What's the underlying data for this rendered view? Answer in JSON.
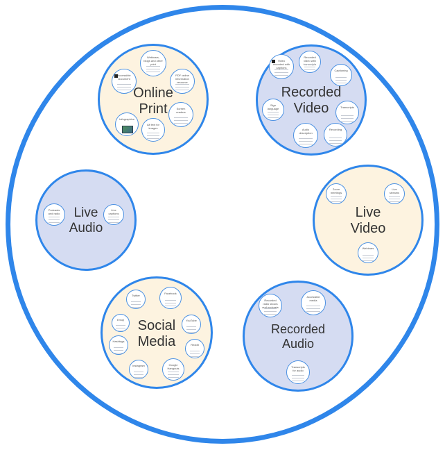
{
  "colors": {
    "outer_ring": "#2f86ea",
    "bubble_border": "#4a90e2",
    "cream_fill": "#fdf3e0",
    "blue_fill": "#d5dcf2"
  },
  "groups": [
    {
      "id": "online-print",
      "label": "Online\nPrint",
      "fill": "cream",
      "topics": [
        {
          "title": "Webinars, blogs and other print",
          "marker": "none",
          "thumb": false
        },
        {
          "title": "PDF online information resource",
          "marker": "none",
          "thumb": false
        },
        {
          "title": "Accessible document",
          "marker": "square",
          "thumb": false
        },
        {
          "title": "Infographics",
          "marker": "none",
          "thumb": true
        },
        {
          "title": "Alt text for images",
          "marker": "none",
          "thumb": false
        },
        {
          "title": "Screen readers",
          "marker": "none",
          "thumb": false
        }
      ]
    },
    {
      "id": "recorded-video",
      "label": "Recorded\nVideo",
      "fill": "blue",
      "topics": [
        {
          "title": "Video recorded with captions",
          "marker": "square",
          "thumb": false
        },
        {
          "title": "Recorded video with transcripts",
          "marker": "none",
          "thumb": false
        },
        {
          "title": "Captioning",
          "marker": "none",
          "thumb": false
        },
        {
          "title": "Sign language",
          "marker": "none",
          "thumb": false
        },
        {
          "title": "Audio description",
          "marker": "none",
          "thumb": false
        },
        {
          "title": "Transcripts",
          "marker": "none",
          "thumb": false
        },
        {
          "title": "Recording",
          "marker": "none",
          "thumb": false
        }
      ]
    },
    {
      "id": "live-audio",
      "label": "Live\nAudio",
      "fill": "blue",
      "topics": [
        {
          "title": "Podcasts and radio",
          "marker": "none",
          "thumb": false
        },
        {
          "title": "Live captions",
          "marker": "none",
          "thumb": false
        }
      ]
    },
    {
      "id": "live-video",
      "label": "Live\nVideo",
      "fill": "cream",
      "topics": [
        {
          "title": "Zoom meetings",
          "marker": "none",
          "thumb": false
        },
        {
          "title": "Live streams",
          "marker": "none",
          "thumb": false
        },
        {
          "title": "Webinars",
          "marker": "none",
          "thumb": false
        }
      ]
    },
    {
      "id": "social-media",
      "label": "Social\nMedia",
      "fill": "cream",
      "topics": [
        {
          "title": "Twitter",
          "marker": "none",
          "thumb": false
        },
        {
          "title": "Facebook",
          "marker": "none",
          "thumb": false
        },
        {
          "title": "Emoji",
          "marker": "none",
          "thumb": false
        },
        {
          "title": "YouTube",
          "marker": "none",
          "thumb": false
        },
        {
          "title": "Hashtags",
          "marker": "none",
          "thumb": false
        },
        {
          "title": "Reddit",
          "marker": "none",
          "thumb": false
        },
        {
          "title": "Instagram",
          "marker": "none",
          "thumb": false
        },
        {
          "title": "Google Hangouts",
          "marker": "none",
          "thumb": false
        }
      ]
    },
    {
      "id": "recorded-audio",
      "label": "Recorded\nAudio",
      "fill": "blue",
      "topics": [
        {
          "title": "Recorded radio shows and podcasts",
          "marker": "none",
          "thumb": false
        },
        {
          "title": "Accessible media",
          "marker": "none",
          "thumb": false
        },
        {
          "title": "Transcripts for audio",
          "marker": "none",
          "thumb": false
        }
      ]
    }
  ]
}
